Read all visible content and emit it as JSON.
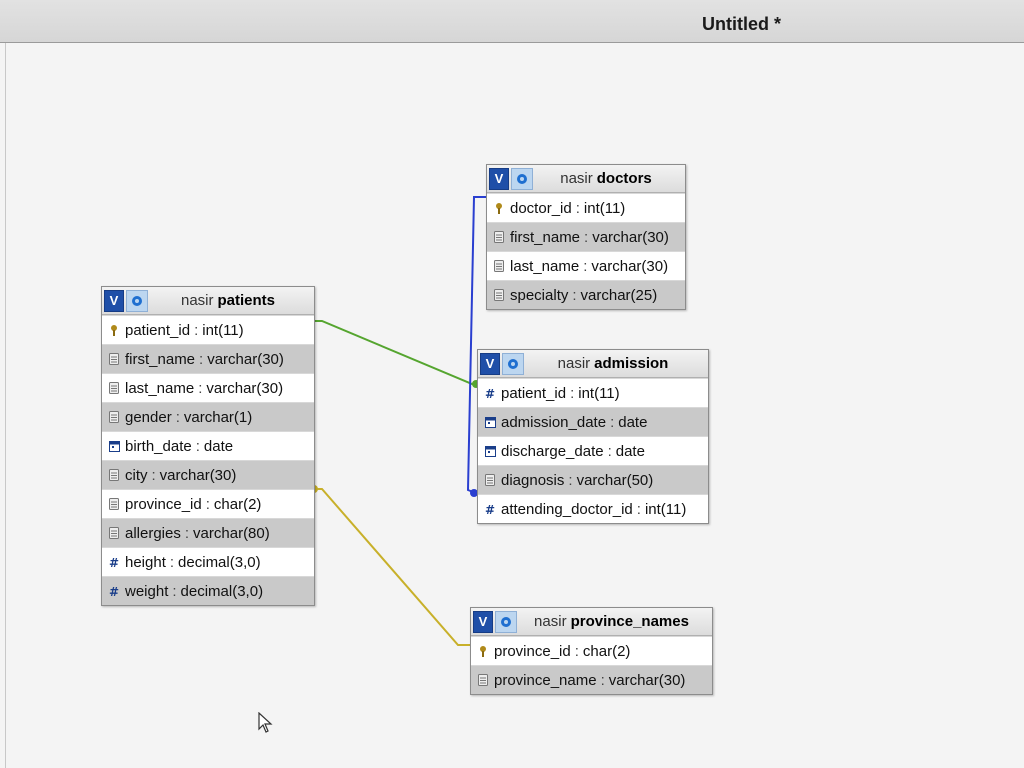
{
  "window": {
    "title": "Untitled *"
  },
  "tables": {
    "doctors": {
      "db": "nasir",
      "name": "doctors",
      "columns": [
        {
          "name": "doctor_id",
          "type": "int(11)",
          "icon": "primary-key-icon"
        },
        {
          "name": "first_name",
          "type": "varchar(30)",
          "icon": "text-column-icon"
        },
        {
          "name": "last_name",
          "type": "varchar(30)",
          "icon": "text-column-icon"
        },
        {
          "name": "specialty",
          "type": "varchar(25)",
          "icon": "text-column-icon"
        }
      ]
    },
    "patients": {
      "db": "nasir",
      "name": "patients",
      "columns": [
        {
          "name": "patient_id",
          "type": "int(11)",
          "icon": "primary-key-icon"
        },
        {
          "name": "first_name",
          "type": "varchar(30)",
          "icon": "text-column-icon"
        },
        {
          "name": "last_name",
          "type": "varchar(30)",
          "icon": "text-column-icon"
        },
        {
          "name": "gender",
          "type": "varchar(1)",
          "icon": "text-column-icon"
        },
        {
          "name": "birth_date",
          "type": "date",
          "icon": "date-column-icon"
        },
        {
          "name": "city",
          "type": "varchar(30)",
          "icon": "text-column-icon"
        },
        {
          "name": "province_id",
          "type": "char(2)",
          "icon": "text-column-icon"
        },
        {
          "name": "allergies",
          "type": "varchar(80)",
          "icon": "text-column-icon"
        },
        {
          "name": "height",
          "type": "decimal(3,0)",
          "icon": "numeric-column-icon"
        },
        {
          "name": "weight",
          "type": "decimal(3,0)",
          "icon": "numeric-column-icon"
        }
      ]
    },
    "admission": {
      "db": "nasir",
      "name": "admission",
      "columns": [
        {
          "name": "patient_id",
          "type": "int(11)",
          "icon": "numeric-column-icon"
        },
        {
          "name": "admission_date",
          "type": "date",
          "icon": "date-column-icon"
        },
        {
          "name": "discharge_date",
          "type": "date",
          "icon": "date-column-icon"
        },
        {
          "name": "diagnosis",
          "type": "varchar(50)",
          "icon": "text-column-icon"
        },
        {
          "name": "attending_doctor_id",
          "type": "int(11)",
          "icon": "numeric-column-icon"
        }
      ]
    },
    "province_names": {
      "db": "nasir",
      "name": "province_names",
      "columns": [
        {
          "name": "province_id",
          "type": "char(2)",
          "icon": "primary-key-icon"
        },
        {
          "name": "province_name",
          "type": "varchar(30)",
          "icon": "text-column-icon"
        }
      ]
    }
  },
  "buttons": {
    "toggle_label": "V"
  },
  "separator": ":",
  "colors": {
    "link_patients_admission": "#55a52f",
    "link_doctors_admission": "#2a3fd0",
    "link_patients_province": "#c8b02a",
    "header_button": "#1f4fa8"
  }
}
